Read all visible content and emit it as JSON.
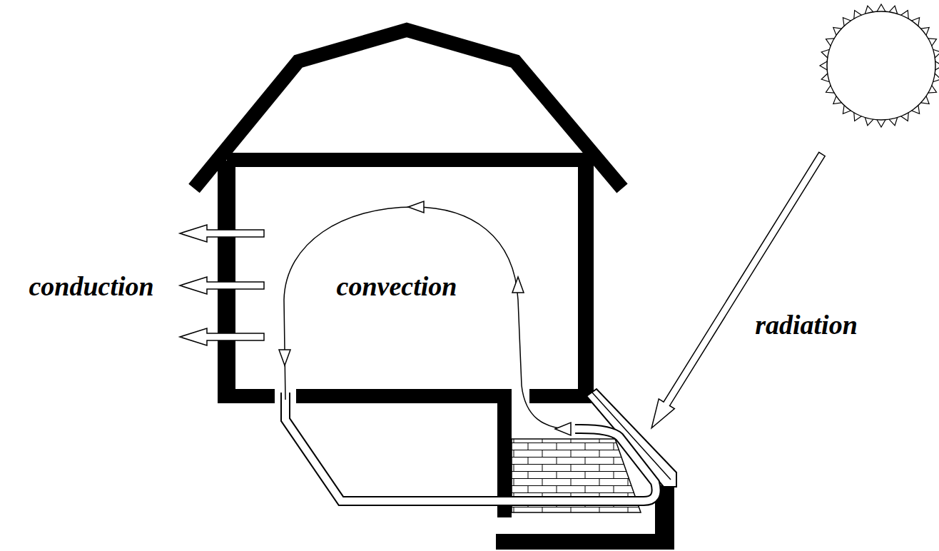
{
  "diagram": {
    "labels": [
      "conduction",
      "convection",
      "radiation"
    ]
  }
}
